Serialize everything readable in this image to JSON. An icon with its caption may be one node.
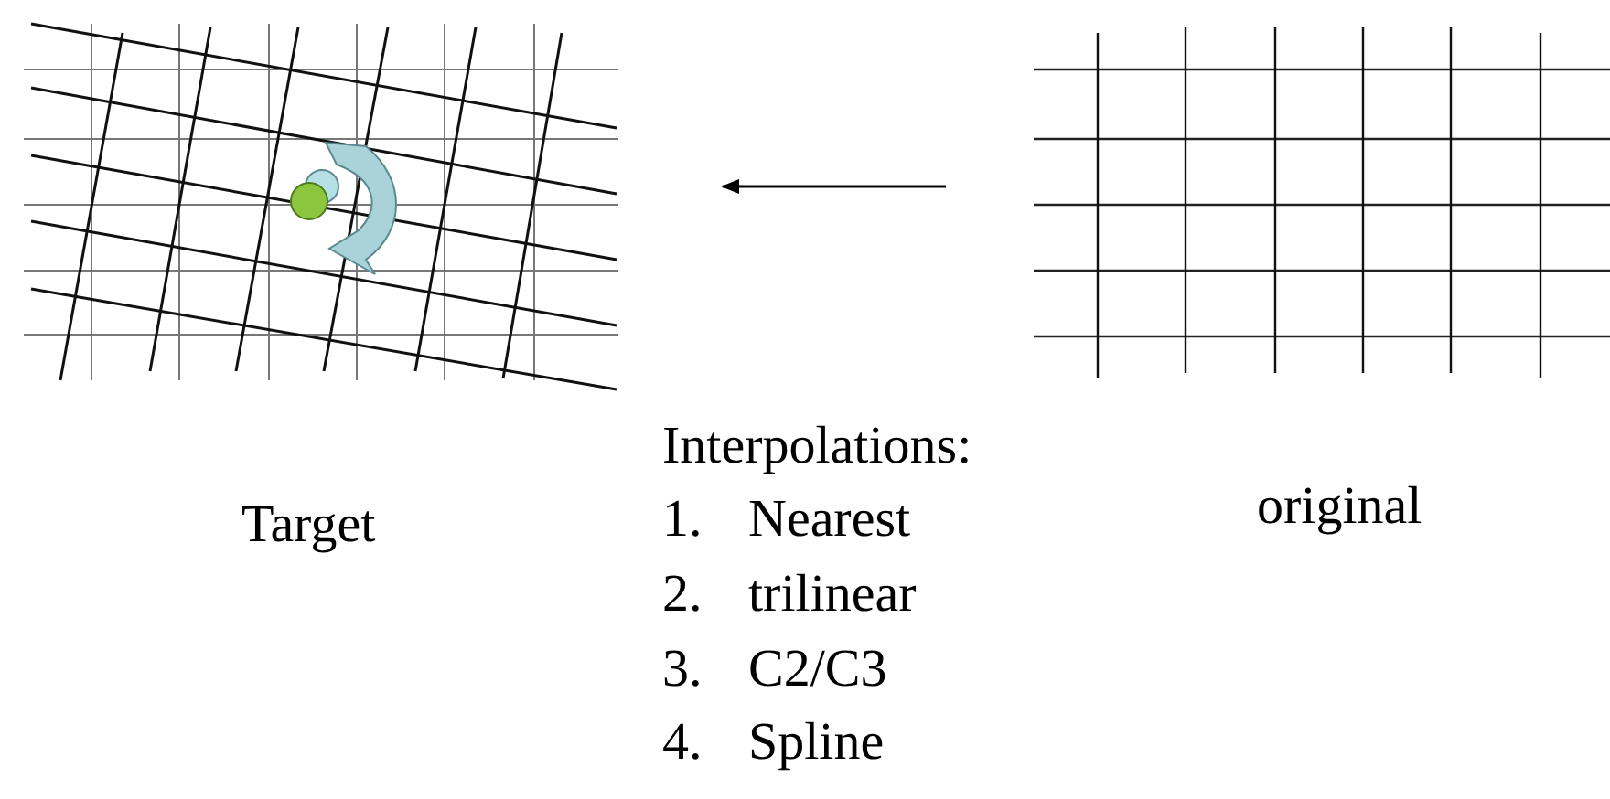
{
  "diagram": {
    "nodes": [
      {
        "text": [
          "Target"
        ]
      },
      {
        "text": [
          "original"
        ]
      }
    ],
    "edges": [
      {
        "from": 1,
        "to": 0,
        "arrow": "to"
      }
    ],
    "labels": [
      "Interpolations:",
      "1. Nearest",
      "2. trilinear",
      "3. C2/C3",
      "4. Spline"
    ]
  }
}
